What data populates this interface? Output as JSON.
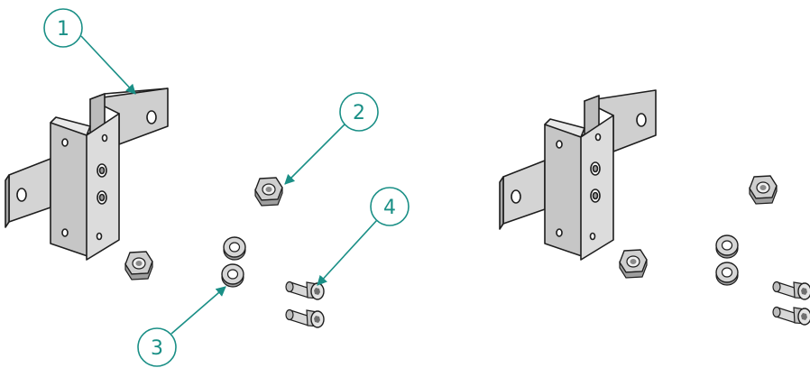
{
  "callouts": [
    {
      "label": "1"
    },
    {
      "label": "2"
    },
    {
      "label": "3"
    },
    {
      "label": "4"
    }
  ],
  "colors": {
    "callout": "#1a8f86",
    "metal_light": "#d6d6d6",
    "metal_mid": "#bdbdbd",
    "metal_dark": "#9a9a9a",
    "outline": "#1e1e1e",
    "background": "#ffffff"
  },
  "parts": {
    "left_assembly": [
      "bracket",
      "hex-nut",
      "hex-nut",
      "washer",
      "washer",
      "cap-screw",
      "cap-screw"
    ],
    "right_assembly": [
      "bracket",
      "hex-nut",
      "hex-nut",
      "washer",
      "washer",
      "cap-screw",
      "cap-screw"
    ]
  }
}
